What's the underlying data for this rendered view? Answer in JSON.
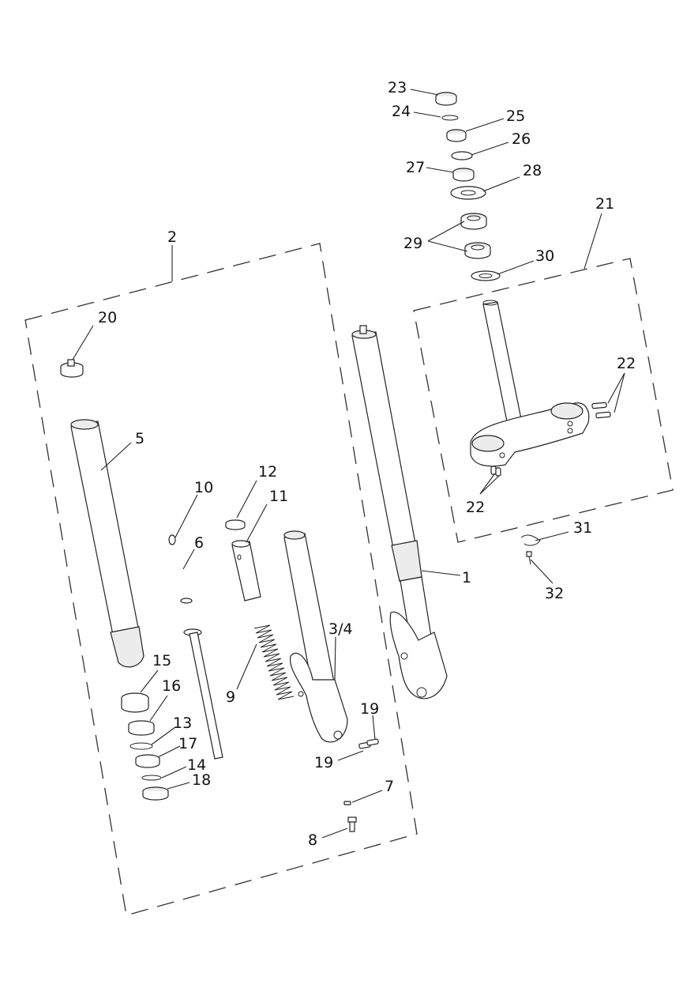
{
  "callouts": {
    "c1": "1",
    "c2": "2",
    "c3_4": "3/4",
    "c5": "5",
    "c6": "6",
    "c7": "7",
    "c8": "8",
    "c9": "9",
    "c10": "10",
    "c11": "11",
    "c12": "12",
    "c13": "13",
    "c14": "14",
    "c15": "15",
    "c16": "16",
    "c17": "17",
    "c18": "18",
    "c19a": "19",
    "c19b": "19",
    "c20": "20",
    "c21": "21",
    "c22a": "22",
    "c22b": "22",
    "c23": "23",
    "c24": "24",
    "c25": "25",
    "c26": "26",
    "c27": "27",
    "c28": "28",
    "c29": "29",
    "c30": "30",
    "c31": "31",
    "c32": "32"
  }
}
